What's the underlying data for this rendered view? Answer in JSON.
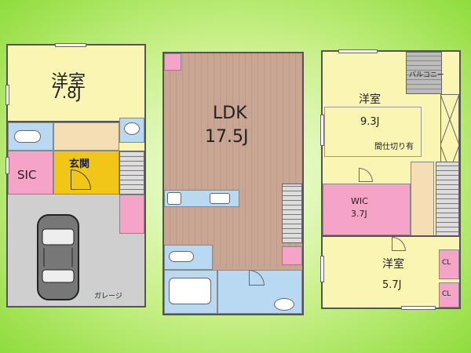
{
  "floor1": {
    "bedroom_label": "洋室",
    "bedroom_size": "7.8J",
    "sic_label": "SIC",
    "entrance_label": "玄関",
    "garage_label": "ガレージ"
  },
  "floor2": {
    "ldk_label": "LDK",
    "ldk_size": "17.5J"
  },
  "floor3": {
    "balcony_label": "バルコニー",
    "bedroom_large_label": "洋室",
    "bedroom_large_size": "9.3J",
    "partition_note": "間仕切り有",
    "wic_label": "WIC",
    "wic_size": "3.7J",
    "bedroom_small_label": "洋室",
    "bedroom_small_size": "5.7J",
    "closet_top_label": "CL",
    "closet_bottom_label": "CL"
  },
  "colors": {
    "bedroom": "#fbf5b4",
    "hall": "#f5deb3",
    "entrance": "#f2c617",
    "sic": "#f5a3c7",
    "garage": "#cfcfcf",
    "ldk": "#c9a593",
    "wet": "#b9d9f2",
    "wic": "#f5a3c7"
  }
}
